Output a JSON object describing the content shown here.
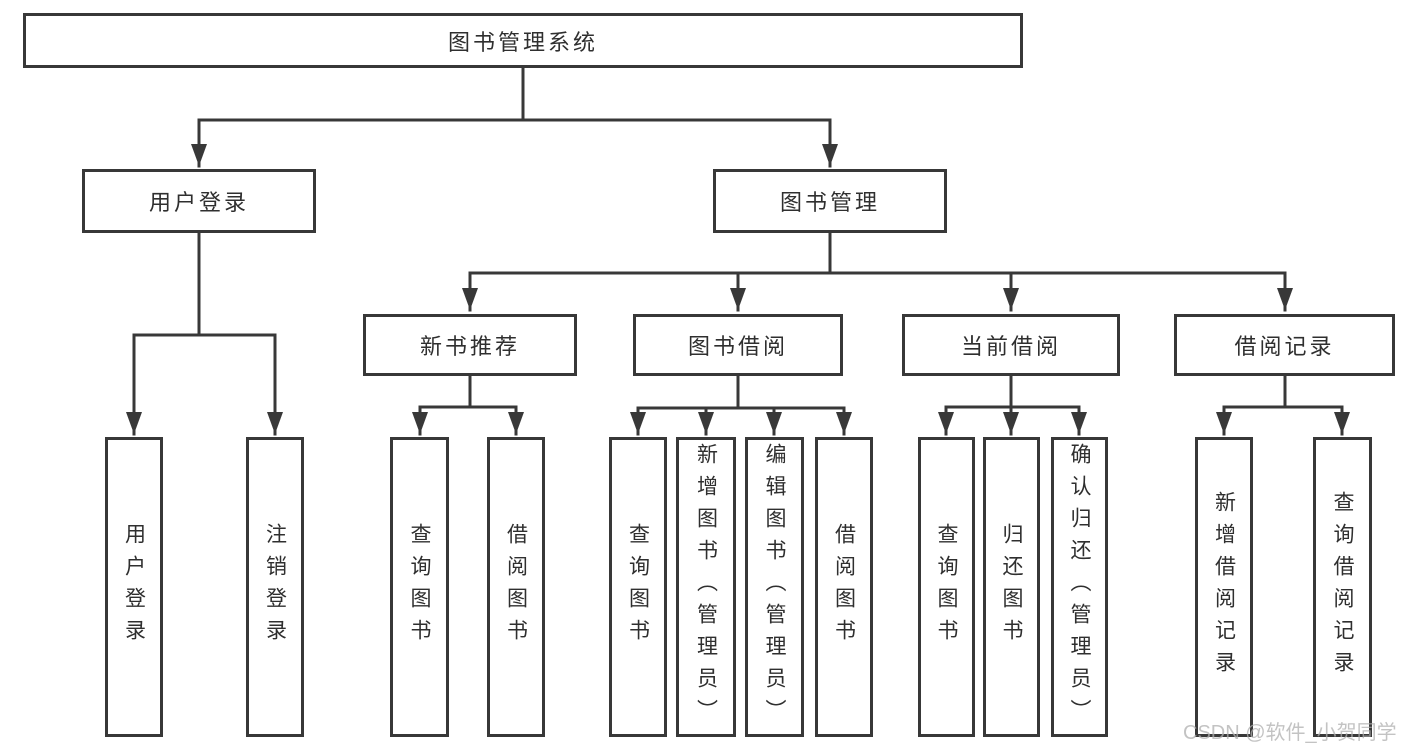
{
  "palette": {
    "line_color": "#383838",
    "box_background": "#ffffff",
    "text_color": "#2f2f2f",
    "watermark_color": "#afafaf"
  },
  "nodes": {
    "root": "图书管理系统",
    "user_login": "用户登录",
    "book_mgmt": "图书管理",
    "new_books": "新书推荐",
    "book_borrow": "图书借阅",
    "current_borrow": "当前借阅",
    "borrow_records": "借阅记录",
    "leaf_user_login": "用户登录",
    "leaf_logout": "注销登录",
    "leaf_nb_query": "查询图书",
    "leaf_nb_borrow": "借阅图书",
    "leaf_bb_query": "查询图书",
    "leaf_bb_add": "新增图书（管理员）",
    "leaf_bb_edit": "编辑图书（管理员）",
    "leaf_bb_borrow": "借阅图书",
    "leaf_cb_query": "查询图书",
    "leaf_cb_return": "归还图书",
    "leaf_cb_confirm": "确认归还（管理员）",
    "leaf_br_add": "新增借阅记录",
    "leaf_br_query": "查询借阅记录"
  },
  "watermark": "CSDN @软件_小贺同学"
}
